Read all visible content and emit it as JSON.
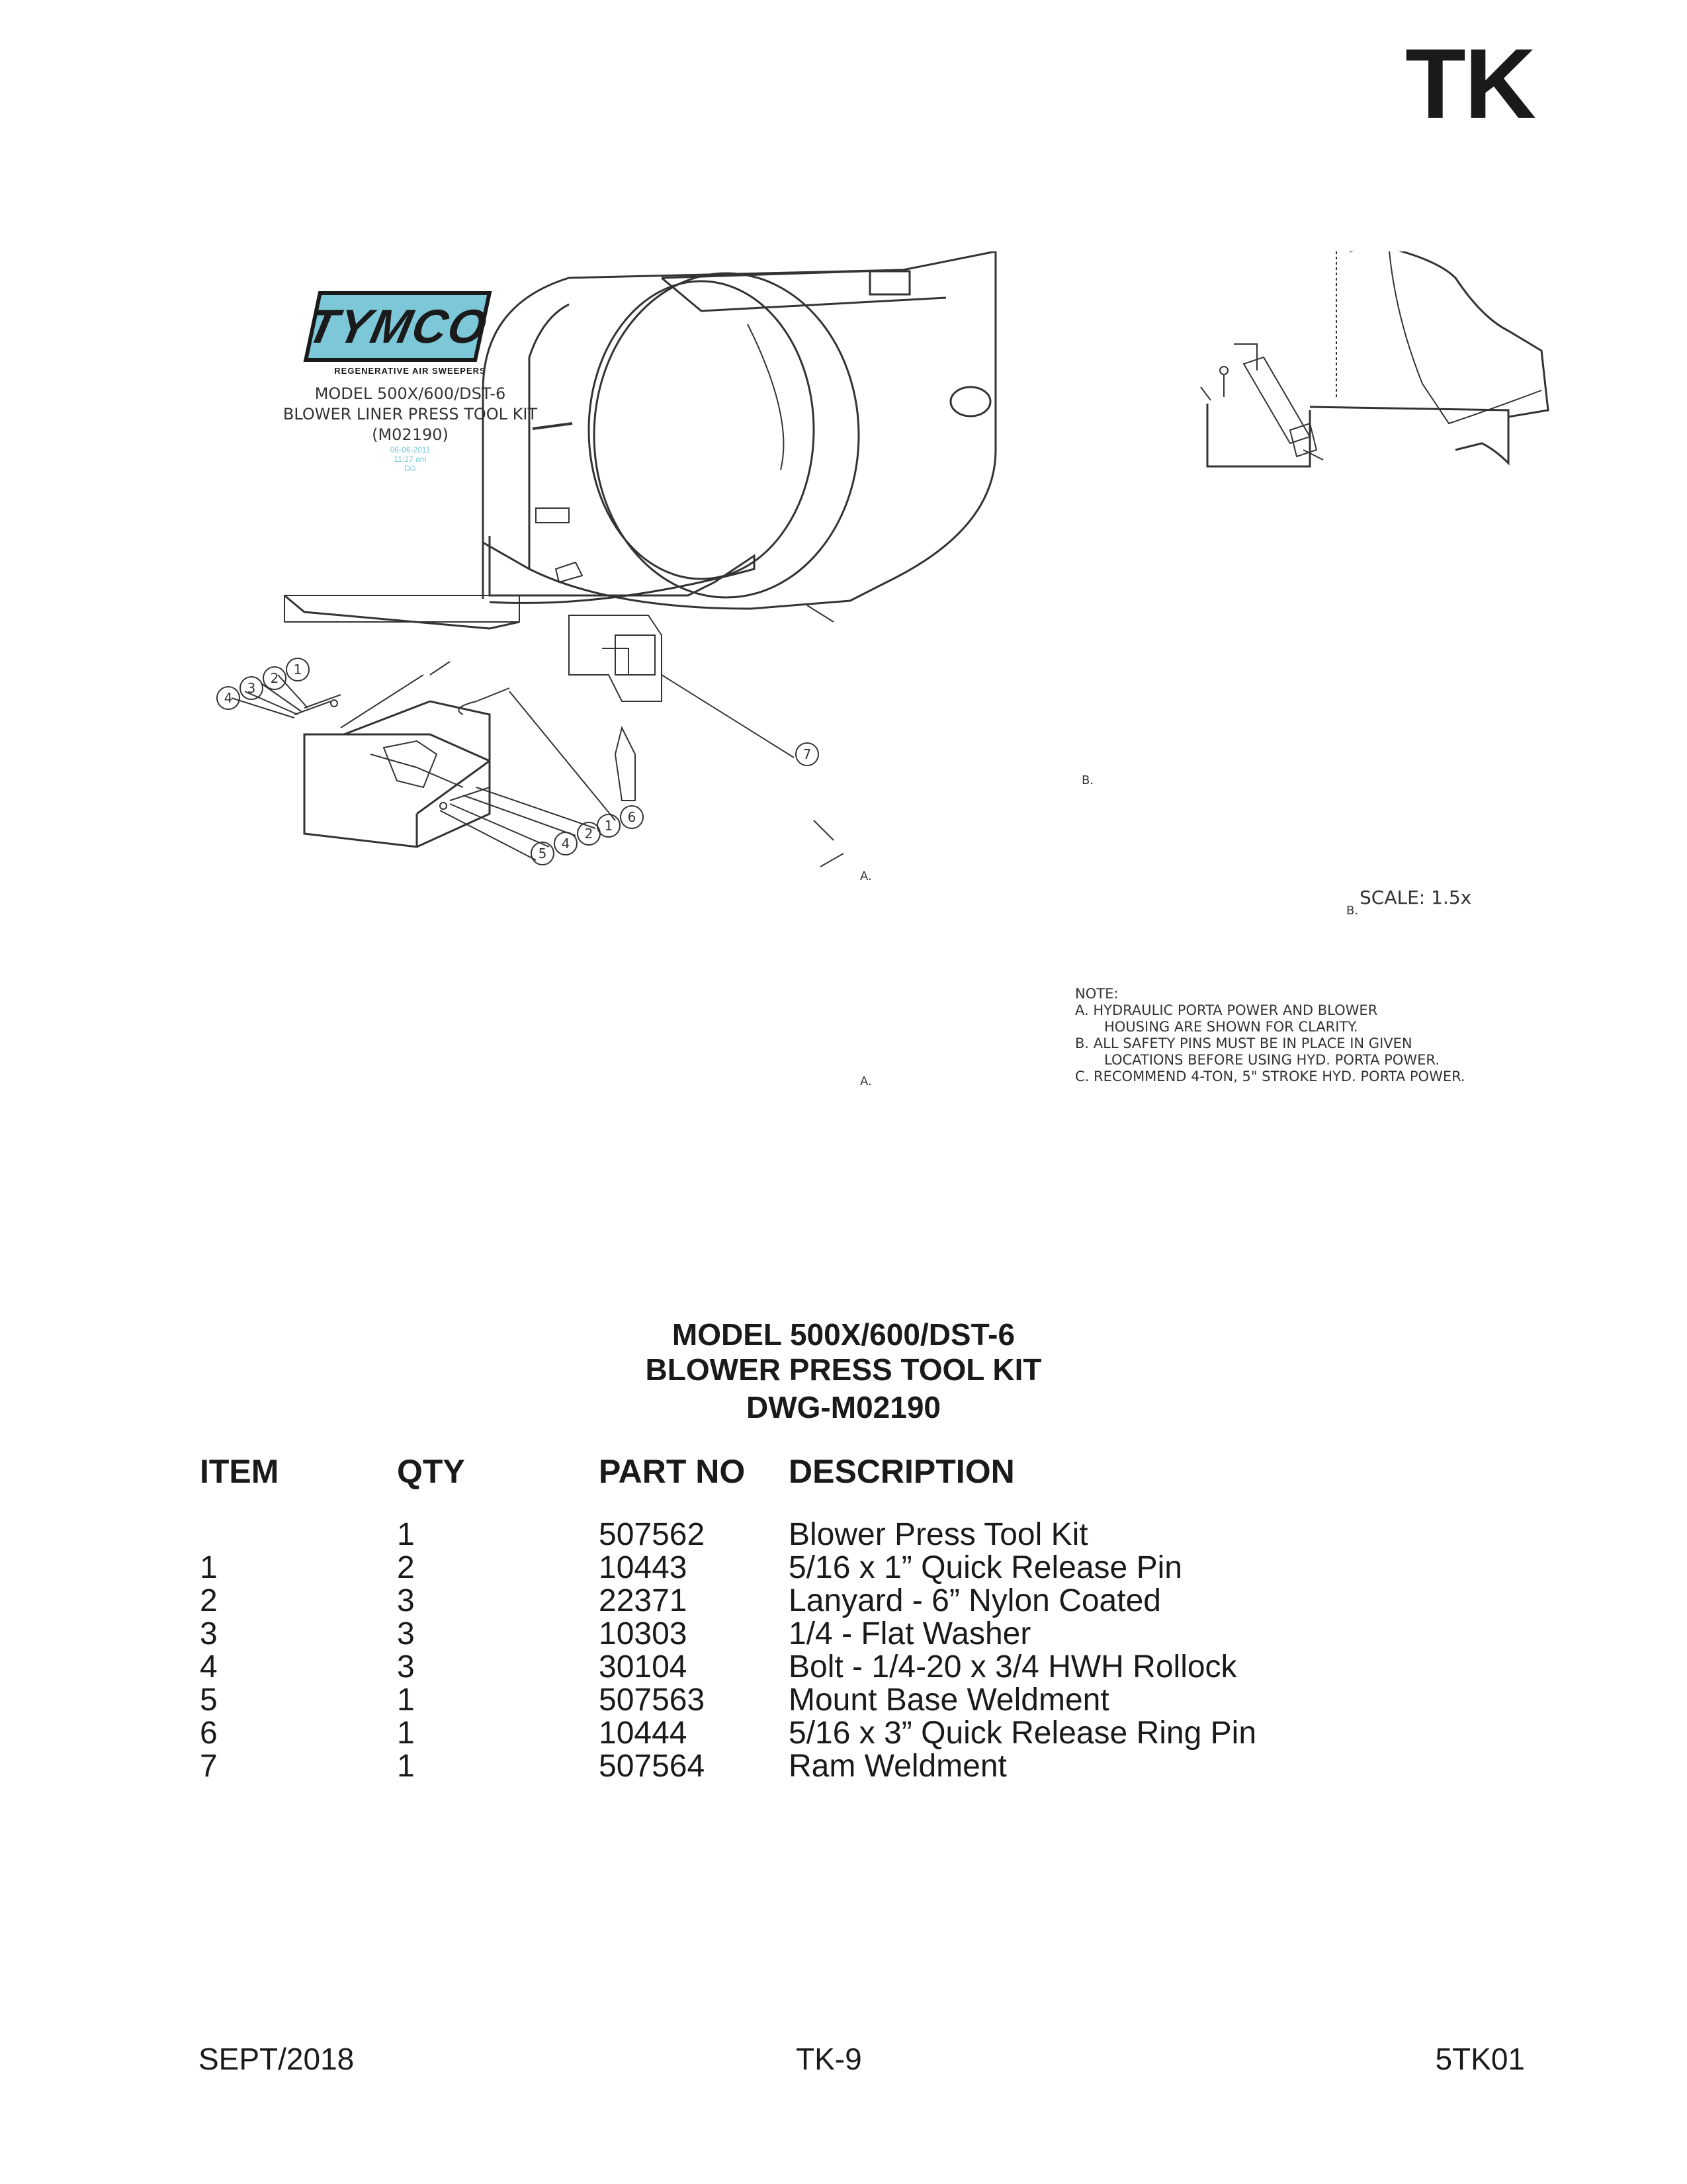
{
  "section_code": "TK",
  "logo": {
    "brand": "TYMCO",
    "tagline": "REGENERATIVE AIR SWEEPERS"
  },
  "drawing_title_block": {
    "line1": "MODEL 500X/600/DST-6",
    "line2": "BLOWER LINER PRESS TOOL KIT",
    "line3": "(M02190)",
    "stamp_date": "06-06-2011",
    "stamp_time": "11:27 am",
    "stamp_initials": "DG"
  },
  "callouts": {
    "a": "A.",
    "b": "B.",
    "items": [
      "1",
      "2",
      "3",
      "4",
      "5",
      "6",
      "7"
    ]
  },
  "scale_label": "SCALE: 1.5x",
  "notes": {
    "title": "NOTE:",
    "a_1": "A.  HYDRAULIC PORTA POWER AND BLOWER",
    "a_2": "HOUSING ARE SHOWN FOR CLARITY.",
    "b_1": "B.  ALL SAFETY PINS MUST BE IN PLACE IN GIVEN",
    "b_2": "LOCATIONS BEFORE USING HYD. PORTA POWER.",
    "c_1": "C.  RECOMMEND 4-TON, 5\" STROKE HYD. PORTA POWER."
  },
  "title": {
    "line1": "MODEL 500X/600/DST-6",
    "line2": "BLOWER PRESS TOOL KIT",
    "drawing_no": "DWG-M02190"
  },
  "parts_table": {
    "headers": {
      "item": "ITEM",
      "qty": "QTY",
      "part_no": "PART NO",
      "description": "DESCRIPTION"
    },
    "rows": [
      {
        "item": "",
        "qty": "1",
        "part_no": "507562",
        "description": "Blower Press Tool Kit"
      },
      {
        "item": "1",
        "qty": "2",
        "part_no": "10443",
        "description": "5/16 x 1” Quick Release Pin"
      },
      {
        "item": "2",
        "qty": "3",
        "part_no": "22371",
        "description": "Lanyard - 6” Nylon Coated"
      },
      {
        "item": "3",
        "qty": "3",
        "part_no": "10303",
        "description": "1/4 - Flat Washer"
      },
      {
        "item": "4",
        "qty": "3",
        "part_no": "30104",
        "description": "Bolt - 1/4-20 x 3/4 HWH Rollock"
      },
      {
        "item": "5",
        "qty": "1",
        "part_no": "507563",
        "description": "Mount Base Weldment"
      },
      {
        "item": "6",
        "qty": "1",
        "part_no": "10444",
        "description": "5/16 x 3” Quick Release Ring Pin"
      },
      {
        "item": "7",
        "qty": "1",
        "part_no": "507564",
        "description": "Ram Weldment"
      }
    ]
  },
  "footer": {
    "left": "SEPT/2018",
    "center": "TK-9",
    "right": "5TK01"
  }
}
